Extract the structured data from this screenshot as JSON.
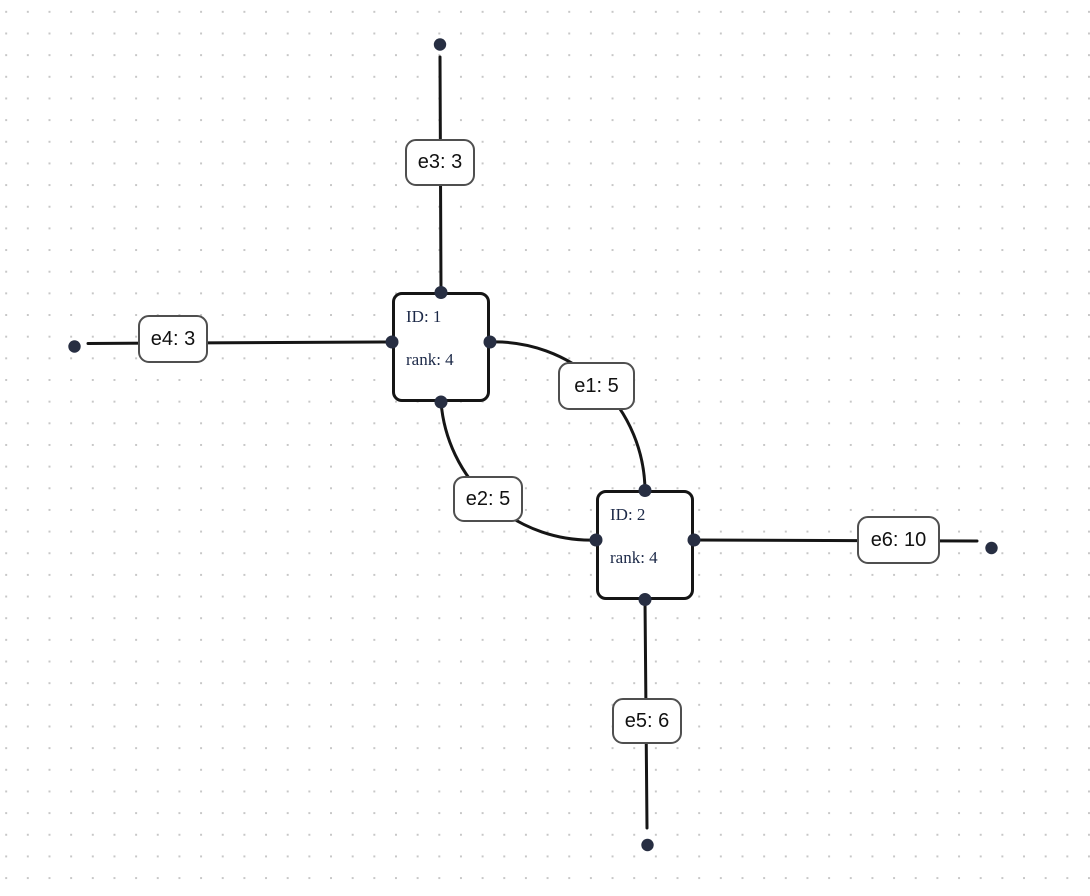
{
  "canvas": {
    "background": "#ffffff",
    "grid_dot_color": "#c7c7c7",
    "stroke_color": "#151515",
    "port_dot_color": "#272e42",
    "node_text_color": "#1b2847",
    "label_border_color": "#4f4f4f",
    "label_text_color": "#111111"
  },
  "nodes": [
    {
      "name": "node-1",
      "id_label": "ID: 1",
      "rank_label": "rank: 4"
    },
    {
      "name": "node-2",
      "id_label": "ID: 2",
      "rank_label": "rank: 4"
    }
  ],
  "edges": [
    {
      "name": "e1",
      "label": "e1: 5",
      "from": "node-1-right-port",
      "to": "node-2-top-port"
    },
    {
      "name": "e2",
      "label": "e2: 5",
      "from": "node-1-bottom-port",
      "to": "node-2-left-port"
    },
    {
      "name": "e3",
      "label": "e3: 3",
      "from": "free-endpoint-top",
      "to": "node-1-top-port"
    },
    {
      "name": "e4",
      "label": "e4: 3",
      "from": "free-endpoint-left",
      "to": "node-1-left-port"
    },
    {
      "name": "e5",
      "label": "e5: 6",
      "from": "node-2-bottom-port",
      "to": "free-endpoint-bottom"
    },
    {
      "name": "e6",
      "label": "e6: 10",
      "from": "node-2-right-port",
      "to": "free-endpoint-right"
    }
  ]
}
